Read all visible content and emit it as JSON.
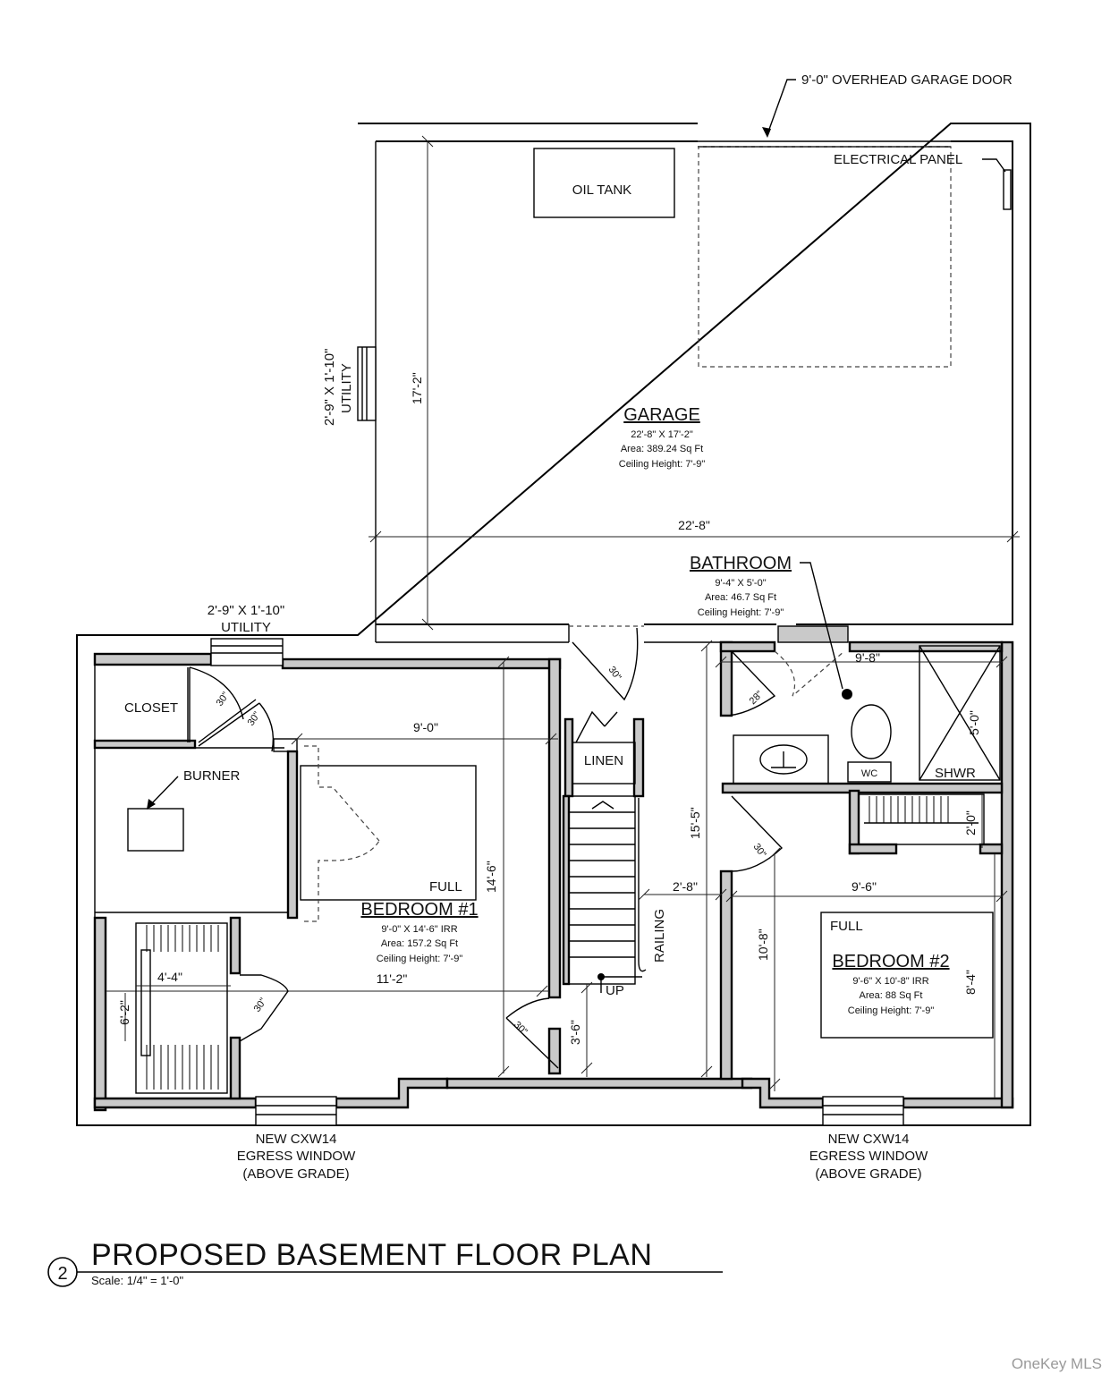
{
  "title": "PROPOSED BASEMENT FLOOR PLAN",
  "drawing_number": "2",
  "scale": "Scale: 1/4\" = 1'-0\"",
  "watermark": "OneKey MLS",
  "rooms": {
    "garage": {
      "name": "GARAGE",
      "size": "22'-8\" X 17'-2\"",
      "area": "Area: 389.24 Sq Ft",
      "ceiling": "Ceiling Height: 7'-9\""
    },
    "bathroom": {
      "name": "BATHROOM",
      "size": "9'-4\" X 5'-0\"",
      "area": "Area: 46.7 Sq Ft",
      "ceiling": "Ceiling Height: 7'-9\""
    },
    "bedroom1": {
      "name": "BEDROOM #1",
      "size": "9'-0\" X 14'-6\" IRR",
      "area": "Area: 157.2 Sq Ft",
      "ceiling": "Ceiling Height: 7'-9\""
    },
    "bedroom2": {
      "name": "BEDROOM #2",
      "size": "9'-6\" X 10'-8\" IRR",
      "area": "Area: 88 Sq Ft",
      "ceiling": "Ceiling Height: 7'-9\""
    }
  },
  "labels": {
    "garage_door": "9'-0\" OVERHEAD GARAGE DOOR",
    "electrical_panel": "ELECTRICAL PANEL",
    "oil_tank": "OIL TANK",
    "utility_vertical_size": "2'-9\" X 1'-10\"",
    "utility_vertical": "UTILITY",
    "utility_size": "2'-9\" X 1'-10\"",
    "utility": "UTILITY",
    "closet": "CLOSET",
    "burner": "BURNER",
    "linen": "LINEN",
    "full_bed1": "FULL",
    "full_bed2": "FULL",
    "railing": "RAILING",
    "up": "UP",
    "wc": "WC",
    "shwr": "SHWR",
    "egress_left": [
      "NEW CXW14",
      "EGRESS WINDOW",
      "(ABOVE GRADE)"
    ],
    "egress_right": [
      "NEW CXW14",
      "EGRESS WINDOW",
      "(ABOVE GRADE)"
    ]
  },
  "dimensions": {
    "garage_height": "17'-2\"",
    "garage_width": "22'-8\"",
    "bath_width": "9'-8\"",
    "shower_depth": "5'-0\"",
    "bed1_width": "9'-0\"",
    "bed1_depth": "14'-6\"",
    "bed1_full_width": "11'-2\"",
    "bed1_closet_width": "4'-4\"",
    "bed1_closet_depth": "6'-2\"",
    "hall_width": "2'-8\"",
    "hall_depth": "15'-5\"",
    "stair_clear": "3'-6\"",
    "bed2_width": "9'-6\"",
    "bed2_depth": "10'-8\"",
    "bed2_closet_depth": "2'-0\"",
    "bed2_window_depth": "8'-4\"",
    "door_30_a": "30\"",
    "door_30_b": "30\"",
    "door_30_c": "30\"",
    "door_30_d": "30\"",
    "door_30_e": "30\"",
    "door_30_f": "30\"",
    "door_28": "28\""
  }
}
